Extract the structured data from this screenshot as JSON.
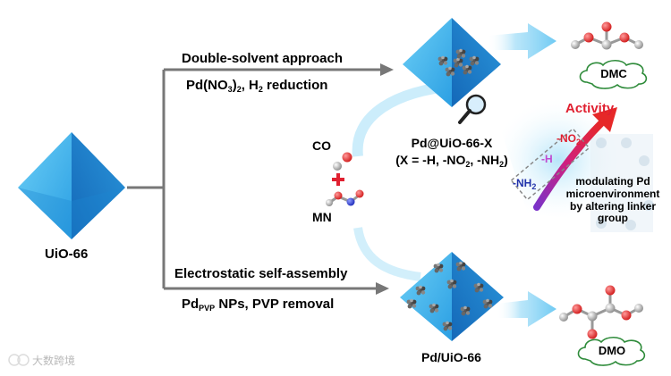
{
  "colors": {
    "octahedron_light": "#5fc6f3",
    "octahedron_mid": "#2ea6e8",
    "octahedron_dark": "#1478c8",
    "arrow_line": "#777777",
    "flow_arrow": "#9ddcf7",
    "activity": "#e02030",
    "cloud_outline": "#2e8b3a",
    "red_atom": "#e12a2a",
    "blue_atom": "#2233cc",
    "grey_atom": "#9a9a9a"
  },
  "labels": {
    "uio66": "UiO-66",
    "top_method": "Double-solvent approach",
    "top_cond_a": "Pd(NO",
    "top_cond_sub1": "3",
    "top_cond_b": ")",
    "top_cond_sub2": "2",
    "top_cond_c": ", H",
    "top_cond_sub3": "2",
    "top_cond_d": " reduction",
    "bottom_method": "Electrostatic self-assembly",
    "bottom_cond_a": "Pd",
    "bottom_cond_sub": "PVP",
    "bottom_cond_b": " NPs, PVP removal",
    "pd_uio_x": "Pd@UiO-66-X",
    "pd_uio_x_sub_a": "(X = -H, -NO",
    "pd_uio_x_sub_s1": "2",
    "pd_uio_x_sub_b": ", -NH",
    "pd_uio_x_sub_s2": "2",
    "pd_uio_x_sub_c": ")",
    "pd_uio": "Pd/UiO-66",
    "co": "CO",
    "mn": "MN",
    "plus": "+",
    "dmc": "DMC",
    "dmo": "DMO",
    "activity": "Activity",
    "no2_a": "-NO",
    "no2_sub": "2",
    "h": "-H",
    "nh2_a": "-NH",
    "nh2_sub": "2",
    "modulating": "modulating Pd\nmicroenvironment\nby altering linker\ngroup",
    "watermark": "大数跨境"
  },
  "icons": [
    "magnifier-icon",
    "pd-nanoparticle-icon",
    "molecule-icon",
    "logo-icon"
  ]
}
